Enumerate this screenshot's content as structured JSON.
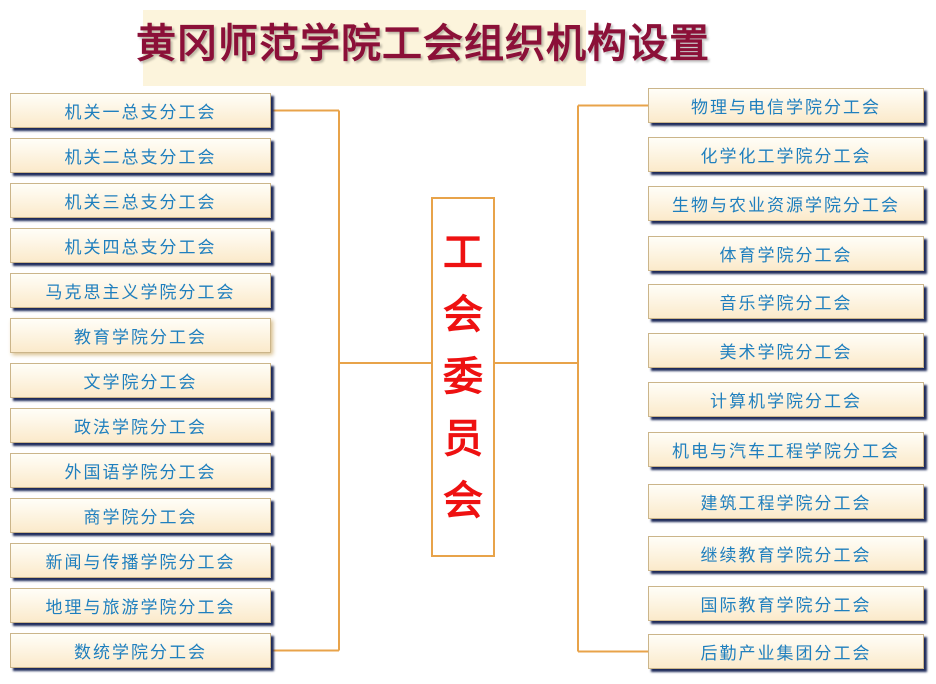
{
  "title": "黄冈师范学院工会组织机构设置",
  "center": {
    "chars": [
      "工",
      "会",
      "委",
      "员",
      "会"
    ]
  },
  "left_units": [
    "机关一总支分工会",
    "机关二总支分工会",
    "机关三总支分工会",
    "机关四总支分工会",
    "马克思主义学院分工会",
    "教育学院分工会",
    "文学院分工会",
    "政法学院分工会",
    "外国语学院分工会",
    "商学院分工会",
    "新闻与传播学院分工会",
    "地理与旅游学院分工会",
    "数统学院分工会"
  ],
  "right_units": [
    "物理与电信学院分工会",
    "化学化工学院分工会",
    "生物与农业资源学院分工会",
    "体育学院分工会",
    "音乐学院分工会",
    "美术学院分工会",
    "计算机学院分工会",
    "机电与汽车工程学院分工会",
    "建筑工程学院分工会",
    "继续教育学院分工会",
    "国际教育学院分工会",
    "后勤产业集团分工会"
  ],
  "colors": {
    "title": "#8b1038",
    "unit_text": "#1f7fbe",
    "center_text": "#ee1111",
    "connector": "#e8a34a"
  }
}
